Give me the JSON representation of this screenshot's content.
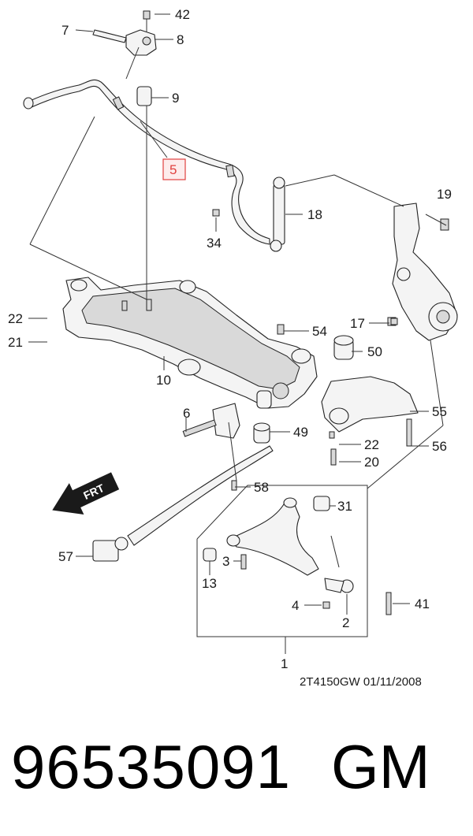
{
  "diagram_code": "2T4150GW 01/11/2008",
  "part_number": "96535091",
  "brand": "GM",
  "direction_label": "FRT",
  "highlight_color": "#e0413f",
  "highlighted_callout": "5",
  "callouts": {
    "c42": "42",
    "c7": "7",
    "c8": "8",
    "c9": "9",
    "c5": "5",
    "c19": "19",
    "c18": "18",
    "c34": "34",
    "c22a": "22",
    "c21": "21",
    "c54": "54",
    "c17": "17",
    "c50": "50",
    "c10": "10",
    "c55": "55",
    "c6": "6",
    "c49": "49",
    "c22b": "22",
    "c20": "20",
    "c56": "56",
    "c58": "58",
    "c31": "31",
    "c57": "57",
    "c3": "3",
    "c13": "13",
    "c41": "41",
    "c4": "4",
    "c2": "2",
    "c1": "1"
  }
}
